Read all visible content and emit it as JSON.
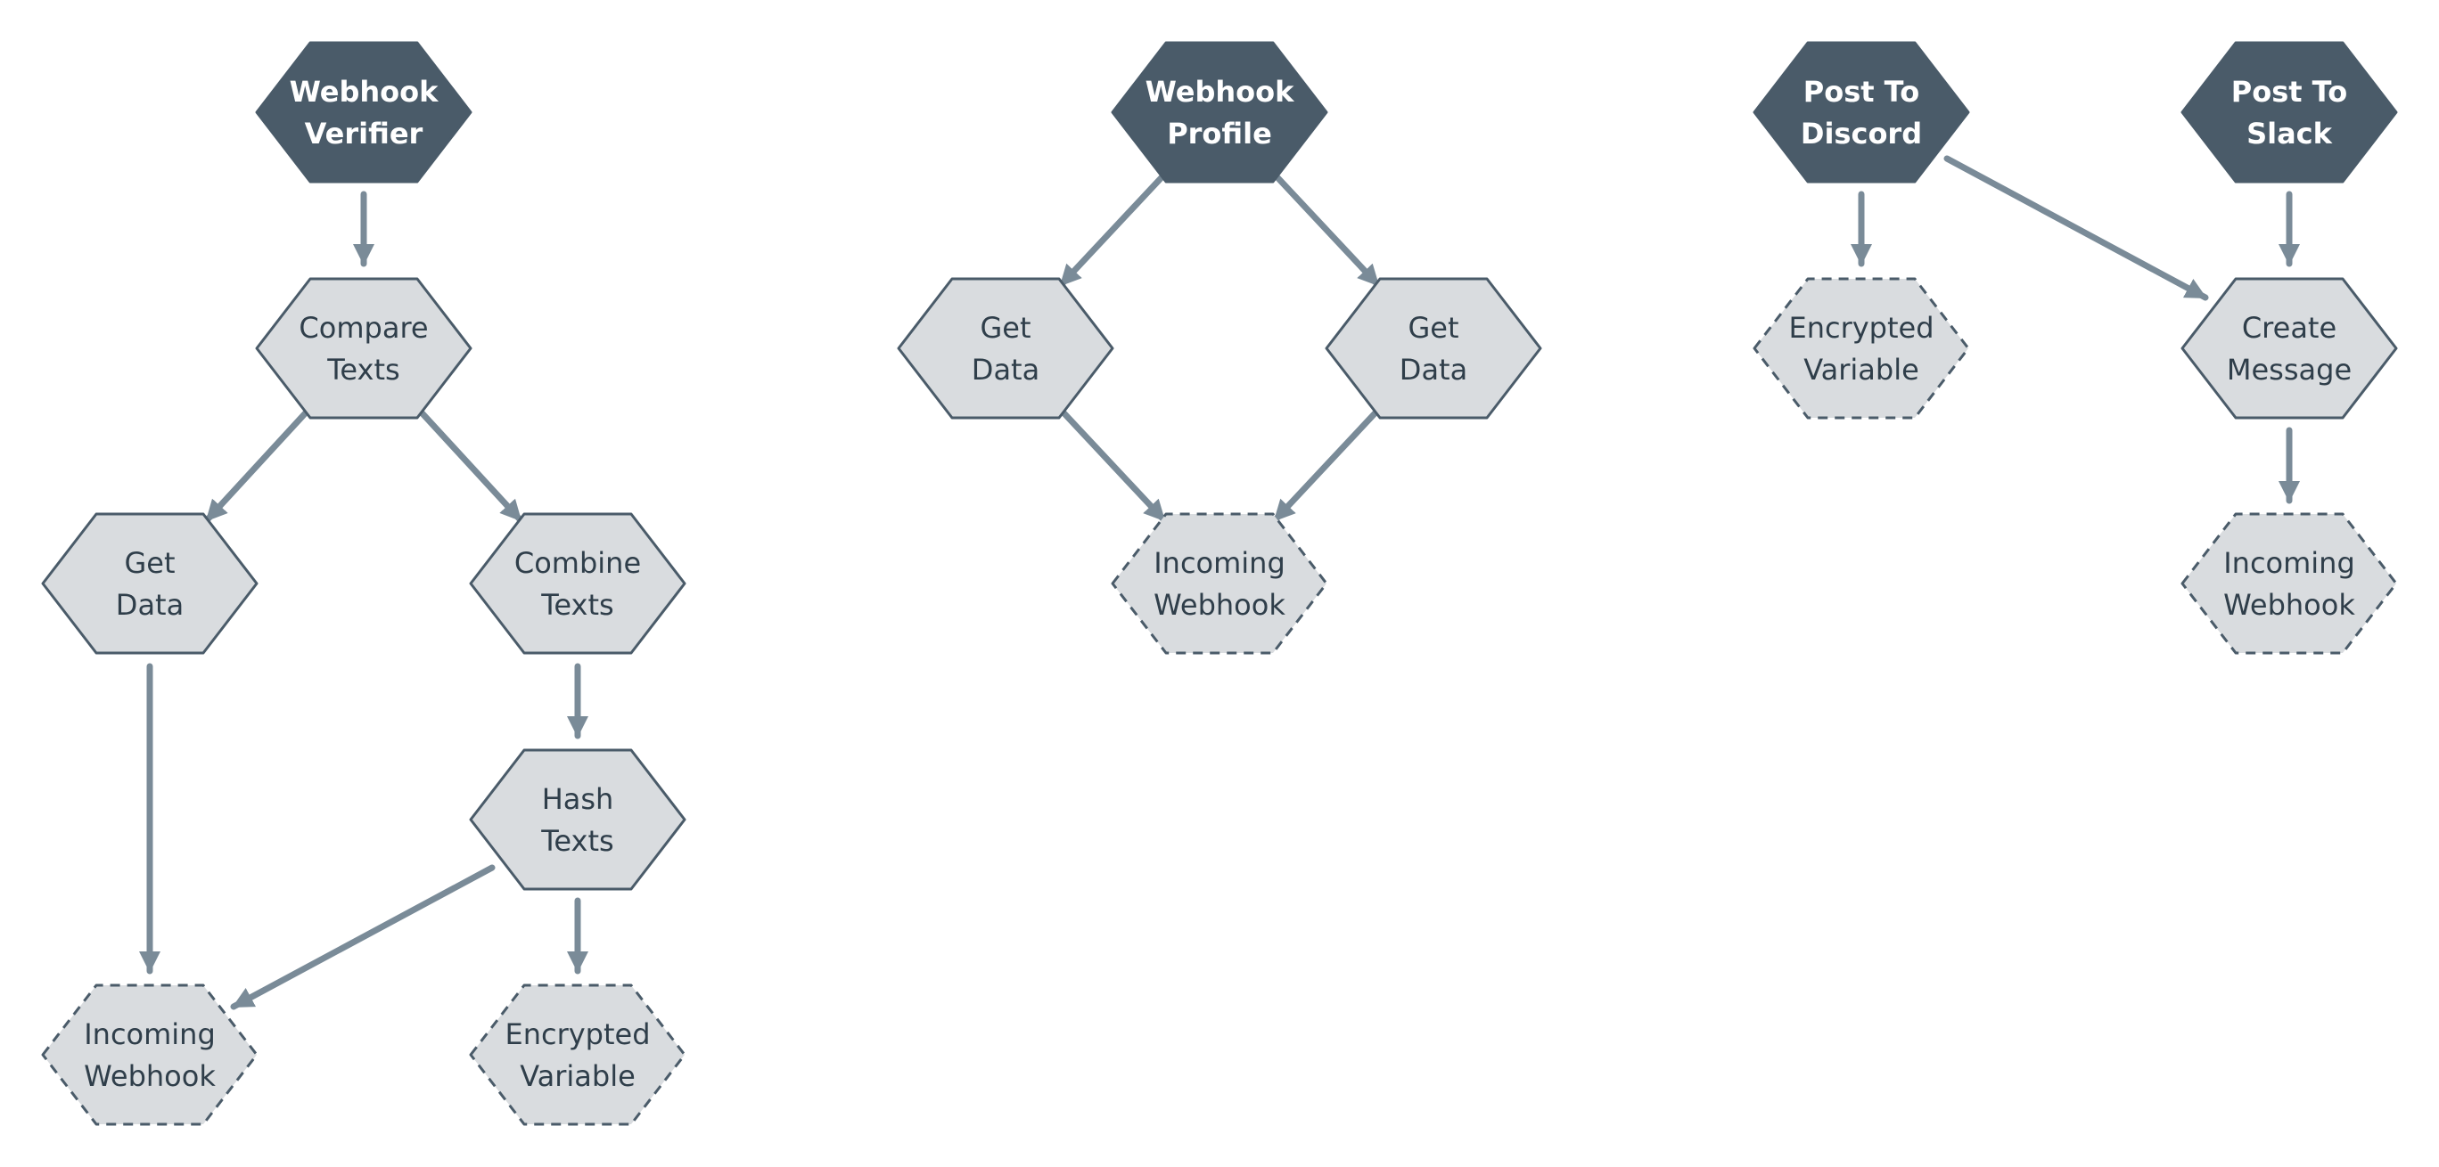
{
  "colors": {
    "background": "#ffffff",
    "root_fill": "#4a5b69",
    "root_text": "#ffffff",
    "node_fill": "#d9dcdf",
    "node_stroke": "#4a5b69",
    "node_text": "#2f3e4a",
    "edge": "#7a8b98"
  },
  "nodes": {
    "webhook-verifier": {
      "kind": "root",
      "lines": [
        "Webhook",
        "Verifier"
      ]
    },
    "compare-texts": {
      "kind": "solid",
      "lines": [
        "Compare",
        "Texts"
      ]
    },
    "get-data-1": {
      "kind": "solid",
      "lines": [
        "Get",
        "Data"
      ]
    },
    "combine-texts": {
      "kind": "solid",
      "lines": [
        "Combine",
        "Texts"
      ]
    },
    "hash-texts": {
      "kind": "solid",
      "lines": [
        "Hash",
        "Texts"
      ]
    },
    "incoming-webhook-1": {
      "kind": "dashed",
      "lines": [
        "Incoming",
        "Webhook"
      ]
    },
    "encrypted-variable-1": {
      "kind": "dashed",
      "lines": [
        "Encrypted",
        "Variable"
      ]
    },
    "webhook-profile": {
      "kind": "root",
      "lines": [
        "Webhook",
        "Profile"
      ]
    },
    "get-data-2": {
      "kind": "solid",
      "lines": [
        "Get",
        "Data"
      ]
    },
    "get-data-3": {
      "kind": "solid",
      "lines": [
        "Get",
        "Data"
      ]
    },
    "incoming-webhook-2": {
      "kind": "dashed",
      "lines": [
        "Incoming",
        "Webhook"
      ]
    },
    "post-to-discord": {
      "kind": "root",
      "lines": [
        "Post To",
        "Discord"
      ]
    },
    "encrypted-variable-2": {
      "kind": "dashed",
      "lines": [
        "Encrypted",
        "Variable"
      ]
    },
    "post-to-slack": {
      "kind": "root",
      "lines": [
        "Post To",
        "Slack"
      ]
    },
    "create-message": {
      "kind": "solid",
      "lines": [
        "Create",
        "Message"
      ]
    },
    "incoming-webhook-3": {
      "kind": "dashed",
      "lines": [
        "Incoming",
        "Webhook"
      ]
    }
  },
  "edges": [
    {
      "from": "webhook-verifier",
      "to": "compare-texts"
    },
    {
      "from": "compare-texts",
      "to": "get-data-1"
    },
    {
      "from": "compare-texts",
      "to": "combine-texts"
    },
    {
      "from": "get-data-1",
      "to": "incoming-webhook-1"
    },
    {
      "from": "combine-texts",
      "to": "hash-texts"
    },
    {
      "from": "hash-texts",
      "to": "incoming-webhook-1"
    },
    {
      "from": "hash-texts",
      "to": "encrypted-variable-1"
    },
    {
      "from": "webhook-profile",
      "to": "get-data-2"
    },
    {
      "from": "webhook-profile",
      "to": "get-data-3"
    },
    {
      "from": "get-data-2",
      "to": "incoming-webhook-2"
    },
    {
      "from": "get-data-3",
      "to": "incoming-webhook-2"
    },
    {
      "from": "post-to-discord",
      "to": "encrypted-variable-2"
    },
    {
      "from": "post-to-discord",
      "to": "create-message"
    },
    {
      "from": "post-to-slack",
      "to": "create-message"
    },
    {
      "from": "create-message",
      "to": "incoming-webhook-3"
    }
  ]
}
